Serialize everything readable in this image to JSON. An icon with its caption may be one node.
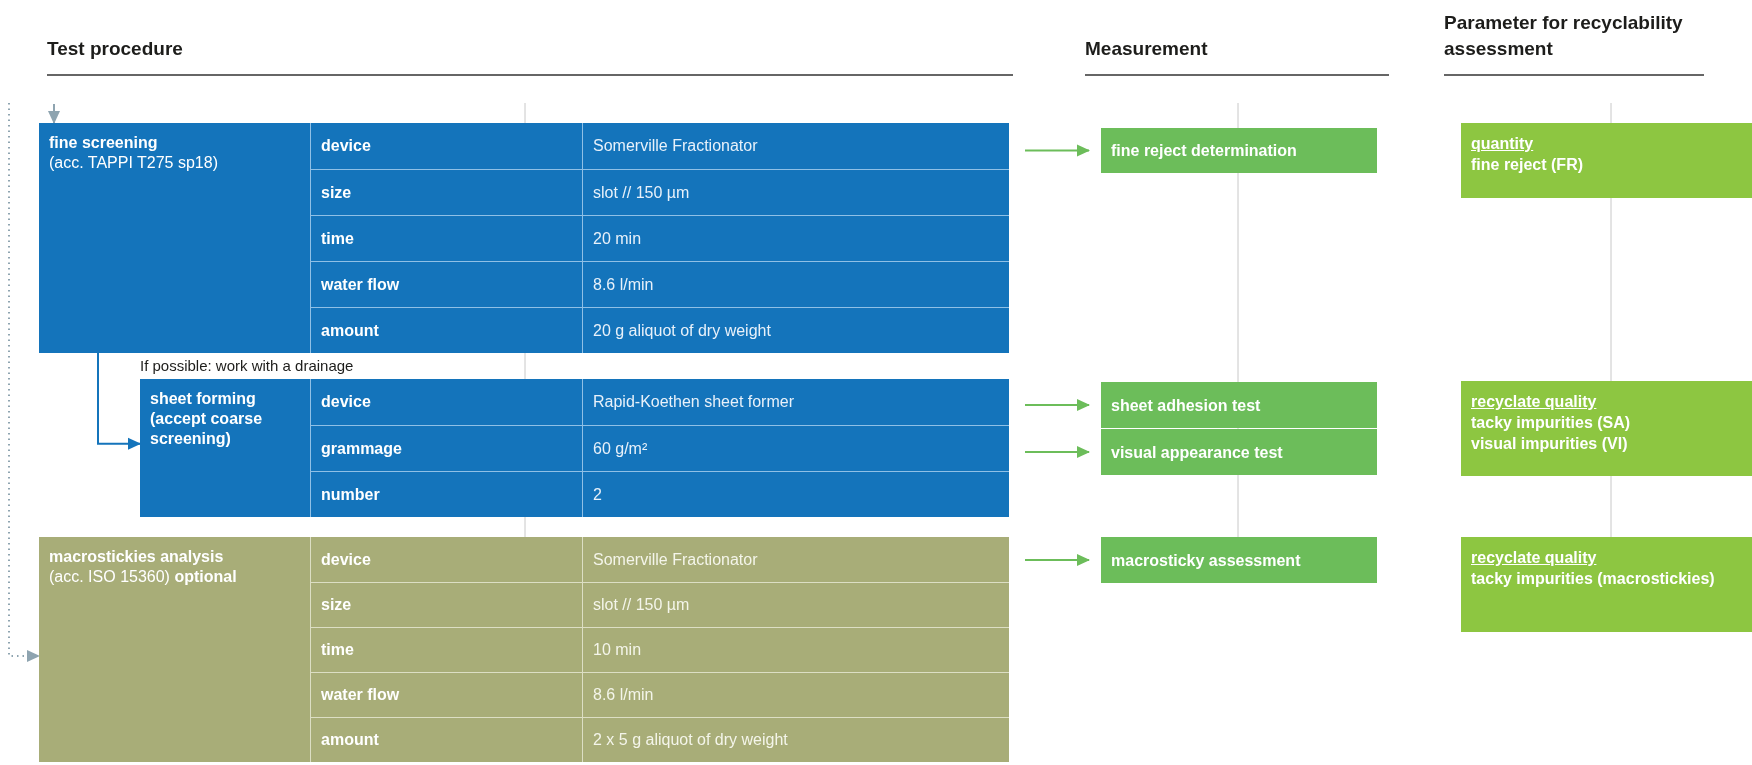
{
  "diagram": {
    "nodes": [
      {
        "text": [
          "fine screening",
          "(acc. TAPPI T275 sp18)"
        ]
      },
      {
        "text": [
          "sheet forming (accept coarse screening)"
        ]
      },
      {
        "text": [
          "macrostickies analysis",
          "(acc. ISO 15360) **optional**"
        ]
      },
      {
        "text": [
          "fine reject determination"
        ]
      },
      {
        "text": [
          "sheet adhesion test"
        ]
      },
      {
        "text": [
          "visual appearance test"
        ]
      },
      {
        "text": [
          "macrosticky assessment"
        ]
      },
      {
        "text": [
          "quantity",
          "fine reject (FR)"
        ]
      },
      {
        "text": [
          "recyclate quality",
          "tacky impurities (SA)",
          "visual impurities (VI)"
        ]
      },
      {
        "text": [
          "recyclate quality",
          "tacky impurities (macrostickies)"
        ]
      }
    ],
    "edges": [
      {
        "from": null,
        "to": 0,
        "arrow": "to",
        "color": "#8ea4b0"
      },
      {
        "from": null,
        "to": 2,
        "arrow": "to",
        "style": "dashed",
        "color": "#8ea4b0"
      },
      {
        "from": 0,
        "to": 1,
        "arrow": "to",
        "color": "#1474bb"
      },
      {
        "from": 0,
        "to": 3,
        "arrow": "to"
      },
      {
        "from": 1,
        "to": 4,
        "arrow": "to"
      },
      {
        "from": 1,
        "to": 5,
        "arrow": "to"
      },
      {
        "from": 2,
        "to": 6,
        "arrow": "to"
      }
    ],
    "labels": [
      "Test procedure",
      "Measurement",
      "Parameter for recyclability assessment",
      "device",
      "Somerville Fractionator",
      "size",
      "slot // 150 µm",
      "time",
      "20 min",
      "water flow",
      "8.6 l/min",
      "amount",
      "20 g aliquot of dry weight",
      "If possible: work with a drainage",
      "device",
      "Rapid-Koethen sheet former",
      "grammage",
      "60 g/m²",
      "number",
      "2",
      "device",
      "Somerville Fractionator",
      "size",
      "slot // 150 µm",
      "time",
      "10 min",
      "water flow",
      "8.6 l/min",
      "amount",
      "2 x 5 g aliquot of dry weight"
    ]
  }
}
